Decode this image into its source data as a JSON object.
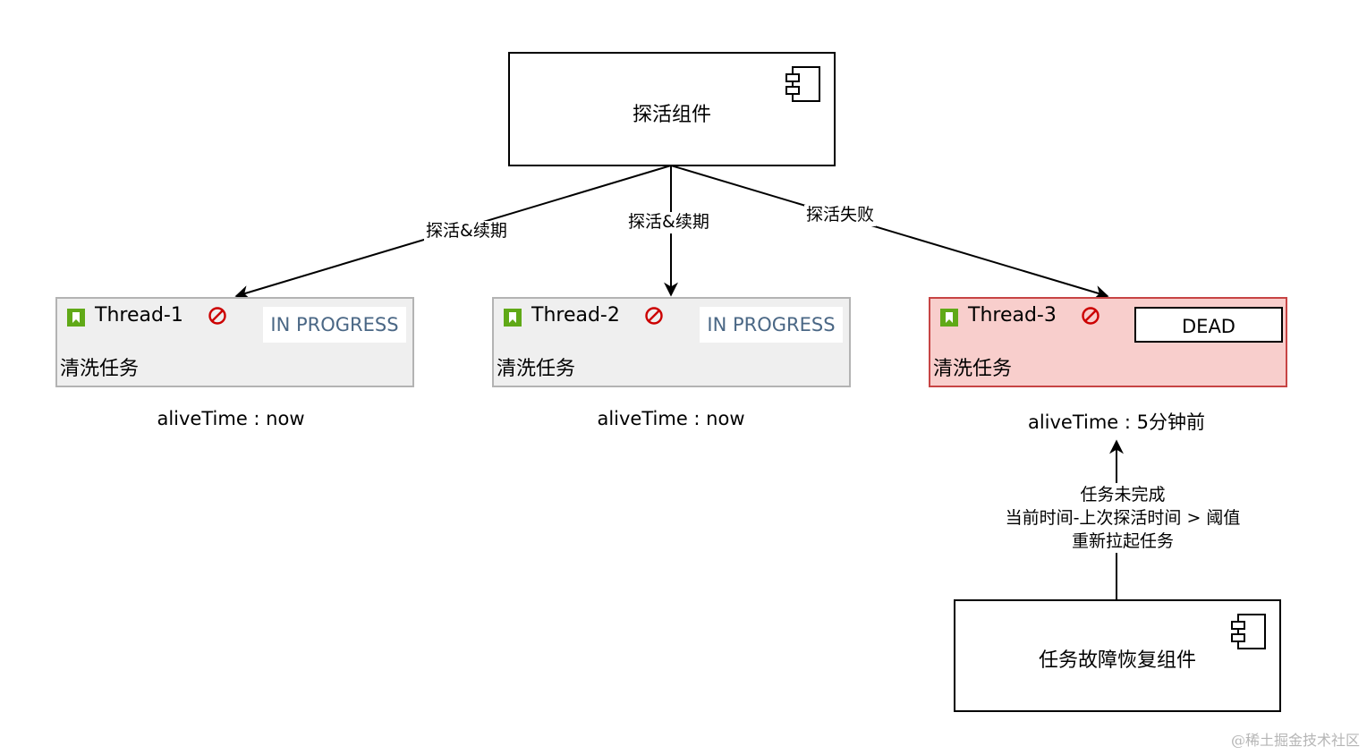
{
  "probe_component": {
    "label": "探活组件"
  },
  "recovery_component": {
    "label": "任务故障恢复组件"
  },
  "edges": {
    "e1_label": "探活&续期",
    "e2_label": "探活&续期",
    "e3_label": "探活失败"
  },
  "threads": [
    {
      "name": "Thread-1",
      "status": "IN PROGRESS",
      "task": "清洗任务",
      "alive_time": "aliveTime : now"
    },
    {
      "name": "Thread-2",
      "status": "IN PROGRESS",
      "task": "清洗任务",
      "alive_time": "aliveTime : now"
    },
    {
      "name": "Thread-3",
      "status": "DEAD",
      "task": "清洗任务",
      "alive_time": "aliveTime : 5分钟前"
    }
  ],
  "recovery_edge": {
    "line1": "任务未完成",
    "line2": "当前时间-上次探活时间 > 阈值",
    "line3": "重新拉起任务"
  },
  "colors": {
    "card_bg": "#efefef",
    "card_border": "#b3b3b3",
    "dead_bg": "#f8cecc",
    "dead_border": "#c74444",
    "progress_text": "#4a6785",
    "bookmark_green": "#60a917",
    "block_red": "#cc0000"
  },
  "watermark": "@稀土掘金技术社区"
}
